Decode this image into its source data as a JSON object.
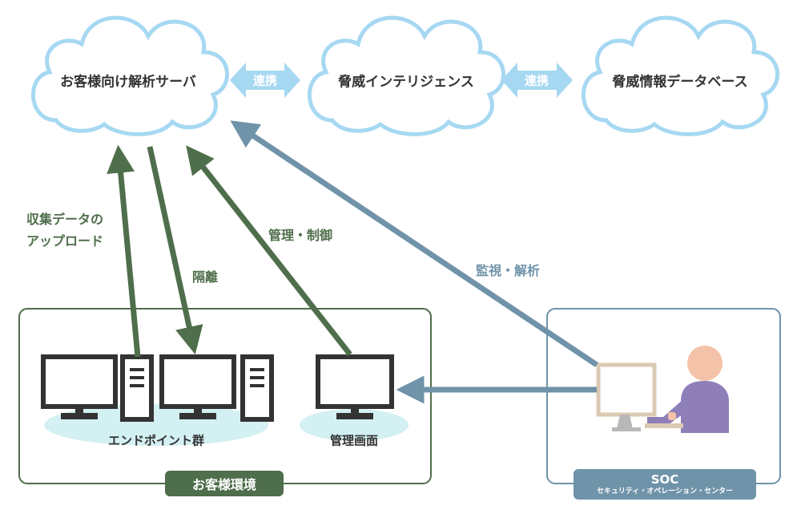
{
  "clouds": {
    "customer_server": "お客様向け解析サーバ",
    "threat_intel": "脅威インテリジェンス",
    "threat_db": "脅威情報データベース"
  },
  "links": {
    "left": "連携",
    "right": "連携"
  },
  "arrows": {
    "upload": [
      "収集データの",
      "アップロード"
    ],
    "isolate": "隔離",
    "manage": "管理・制御",
    "monitor": "監視・解析"
  },
  "customer_env": {
    "endpoints": "エンドポイント群",
    "mgmt_screen": "管理画面",
    "label": "お客様環境"
  },
  "soc": {
    "title": "SOC",
    "subtitle": "セキュリティ・オペレーション・センター"
  },
  "colors": {
    "cloud_stroke": "#a6d8f2",
    "link_arrow": "#a6d8f2",
    "green": "#4f6e4b",
    "blue": "#6f93a9",
    "device": "#333333",
    "ellipse": "#d3f0f2"
  }
}
